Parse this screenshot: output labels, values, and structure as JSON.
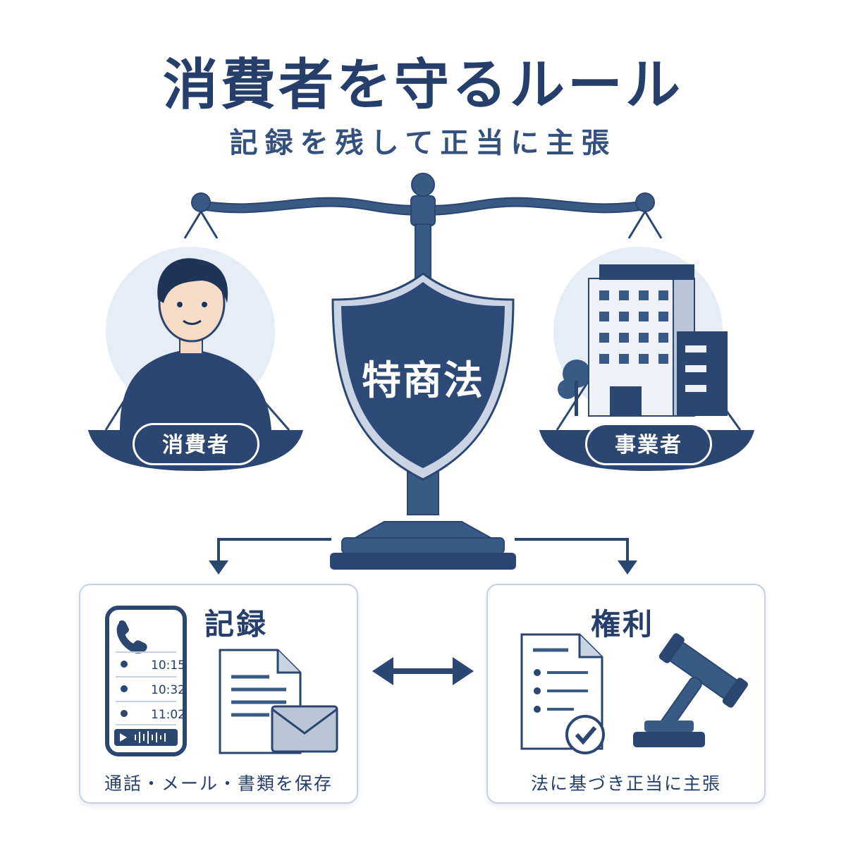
{
  "header": {
    "title": "消費者を守るルール",
    "subtitle": "記録を残して正当に主張"
  },
  "scale": {
    "left_pan_label": "消費者",
    "right_pan_label": "事業者",
    "shield_label": "特商法",
    "left_icon": "person-icon",
    "right_icon": "office-building-icon"
  },
  "cards": {
    "record": {
      "title": "記録",
      "caption": "通話・メール・書類を保存",
      "call_times": [
        "10:15",
        "10:32",
        "11:02"
      ],
      "icons": [
        "smartphone-icon",
        "document-icon",
        "envelope-icon"
      ]
    },
    "rights": {
      "title": "権利",
      "caption": "法に基づき正当に主張",
      "icons": [
        "checklist-document-icon",
        "gavel-icon"
      ]
    }
  },
  "colors": {
    "navy": "#2b4670",
    "light_circle": "#e6edf7",
    "card_border": "#c5d1e0"
  }
}
